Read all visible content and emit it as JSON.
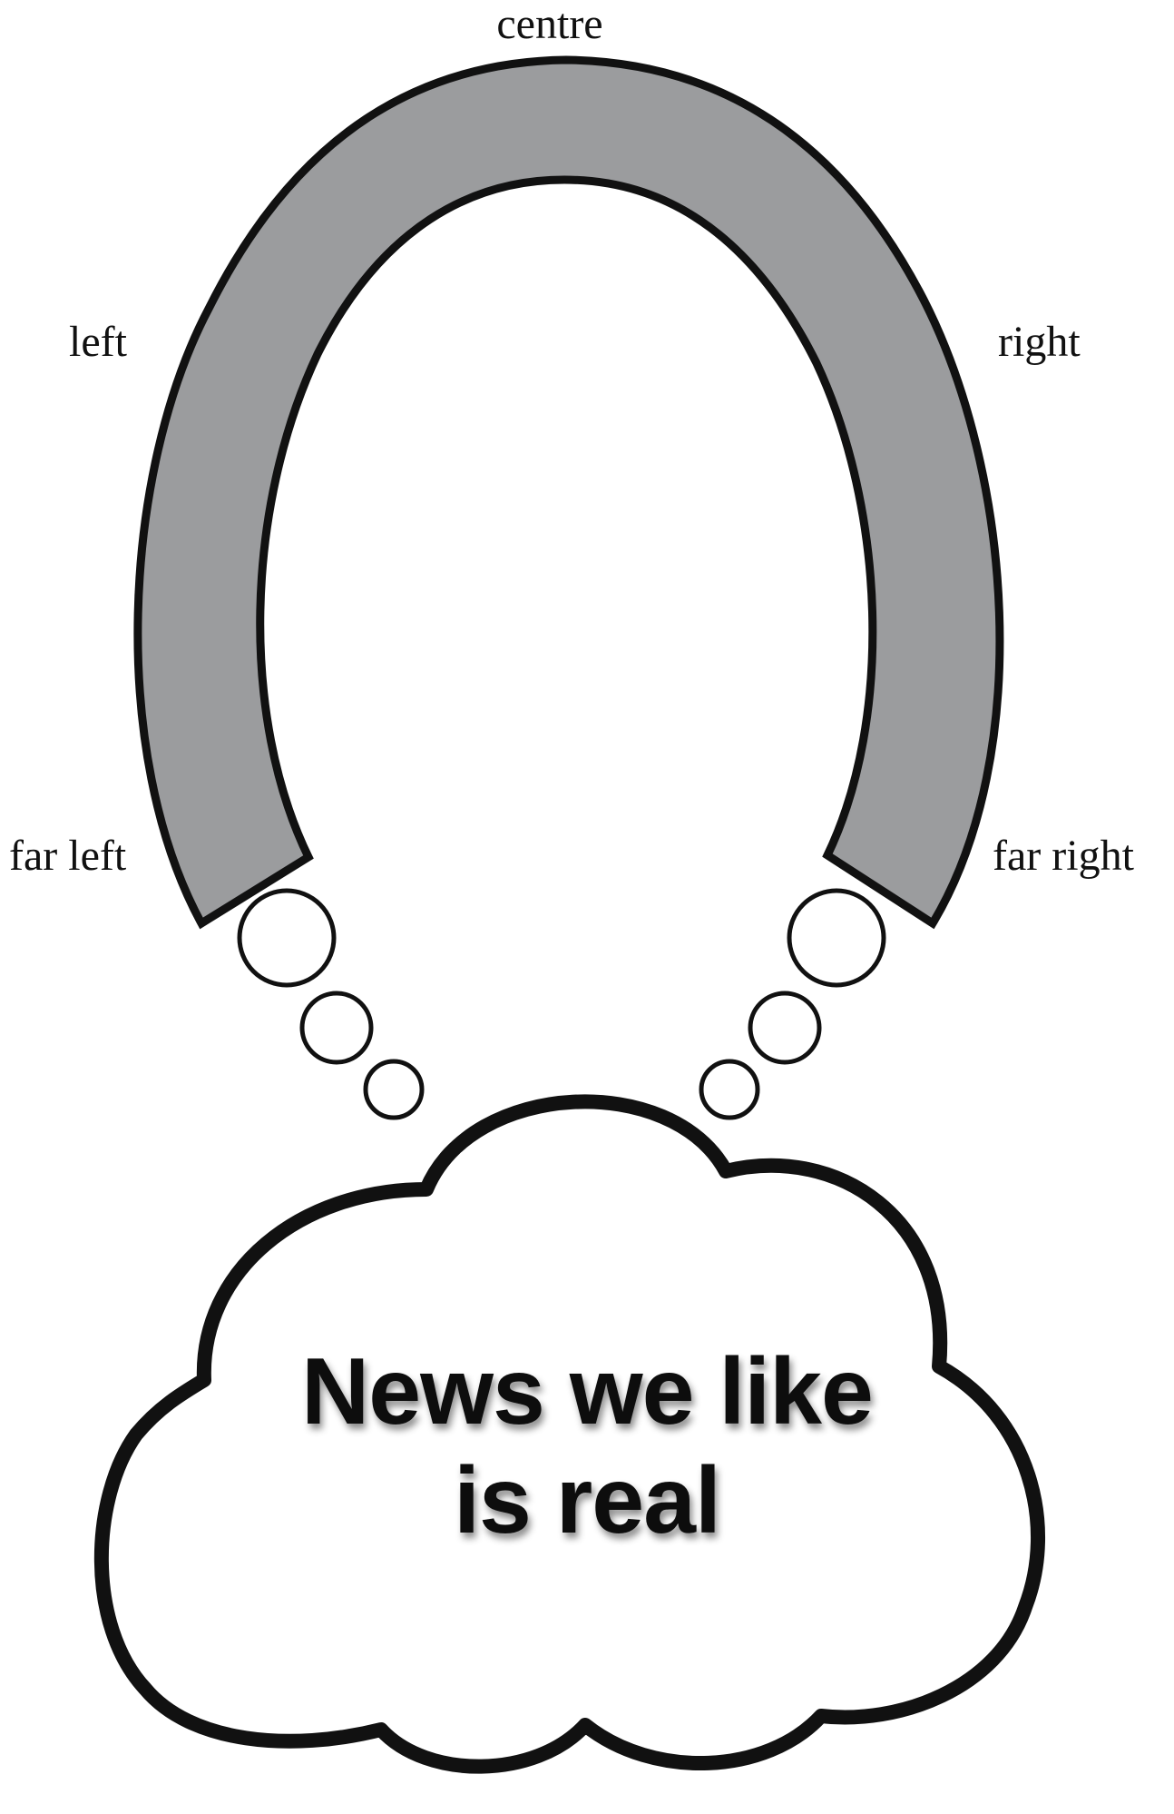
{
  "spectrum": {
    "labels": {
      "centre": "centre",
      "left": "left",
      "right": "right",
      "far_left": "far left",
      "far_right": "far right"
    },
    "arc_fill": "#9b9c9e",
    "outline": "#111111"
  },
  "cloud": {
    "line1": "News we like",
    "line2": "is real",
    "fill": "#ffffff"
  }
}
